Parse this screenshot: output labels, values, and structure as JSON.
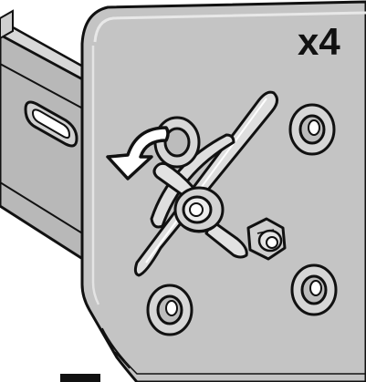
{
  "instruction": {
    "quantity_label": "x4"
  },
  "illustration": {
    "subject": "mounting-plate-with-wing-nut",
    "rotation_direction": "counter-clockwise",
    "colors": {
      "plate": "#c4c4c4",
      "plate_edge": "#e4e4e4",
      "rail": "#b8b8b8",
      "background": "#ffffff",
      "outline": "#111111",
      "hole": "#d6d6d6",
      "slot": "#dedede",
      "arrow": "#ffffff"
    },
    "icons": [
      "rotate-arrow-icon",
      "wing-nut-icon",
      "hex-nut-icon"
    ]
  }
}
